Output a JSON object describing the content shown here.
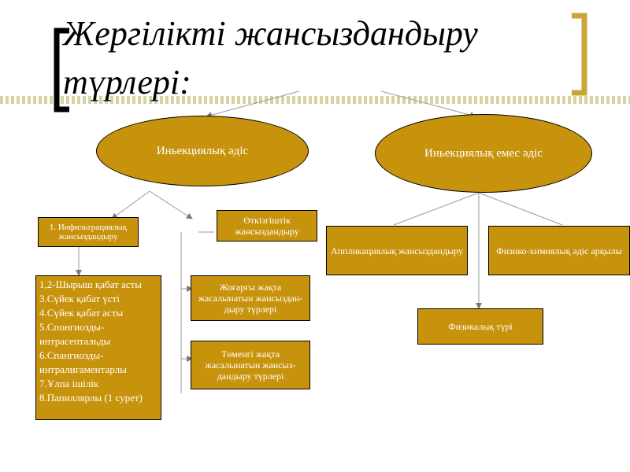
{
  "title": "Жергілікті жансыздандыру түрлері:",
  "colors": {
    "box_fill": "#c8930c",
    "text": "#ffffff",
    "stripe": "#d5d3a2",
    "bracket": "#c8a535"
  },
  "nodes": {
    "injection": "Иньекциялық әдіс",
    "non_injection": "Иньекциялық емес әдіс",
    "infiltration": "1. Инфильтрациялық жансыздандыру",
    "conduction": "Өткізгіштік жансыздандыру",
    "upper_jaw": "Жоғарғы жақта жасалынатын жансыздан-дыру түрлері",
    "lower_jaw": "Төменгі жақта жасалынатын жансыз-дандыру түрлері",
    "application": "Аппликациялық жансыздандыру",
    "physico_chemical": "Физико-химиялық әдіс арқылы",
    "physical": "Физикалық түрі"
  },
  "infiltration_list": [
    "1,2-Шырыш қабат асты",
    "3.Сүйек қабат үсті",
    "4.Сүйек қабат асты",
    "5.Спонгиозды-интрасептальды",
    "6.Спангиозды-интралигаментарлы",
    "7.Ұлпа ішілік",
    "8.Папиллярлы (1 сурет)"
  ]
}
